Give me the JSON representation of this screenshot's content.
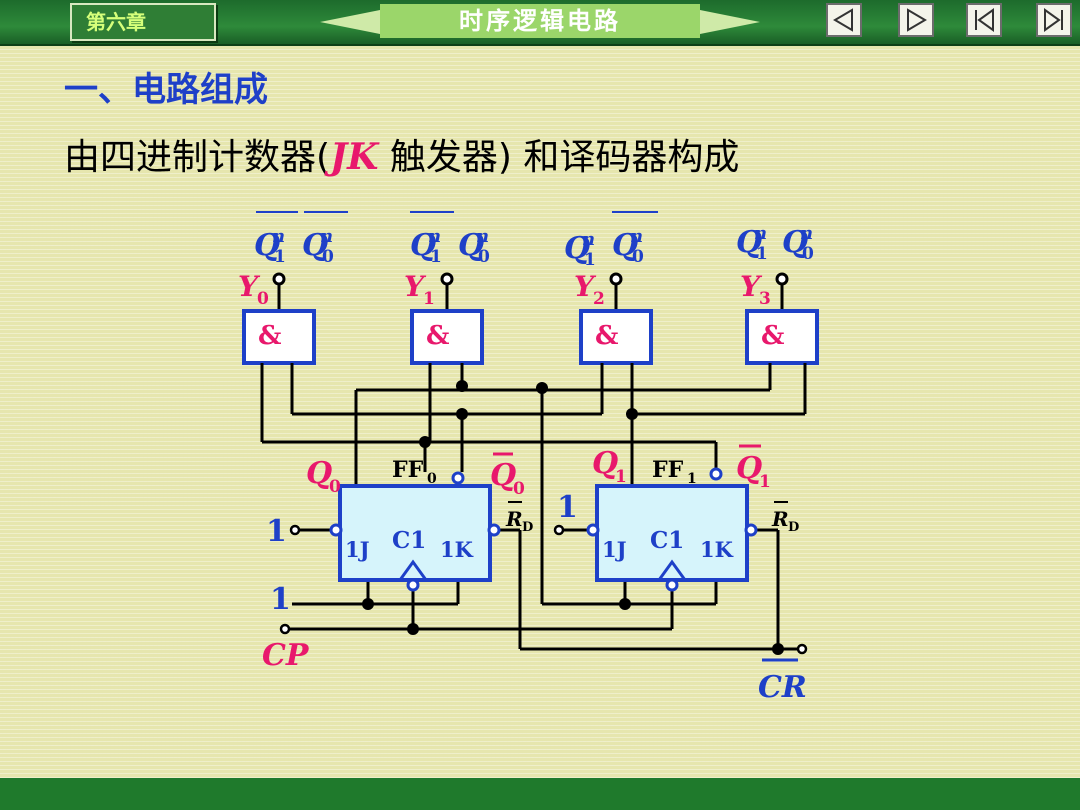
{
  "header": {
    "chapter": "第六章",
    "title": "时序逻辑电路"
  },
  "nav": {
    "prev": "previous-icon",
    "next": "next-icon",
    "first": "first-page-icon",
    "last": "last-page-icon"
  },
  "content": {
    "heading": "一、电路组成",
    "desc_prefix": "由四进制计数器(",
    "desc_jk": "JK",
    "desc_suffix": "触发器) 和译码器构成"
  },
  "diagram": {
    "gate_symbol": "&",
    "outputs": [
      "Y0",
      "Y1",
      "Y2",
      "Y3"
    ],
    "flipflops": [
      "FF0",
      "FF1"
    ],
    "ff_pins": {
      "j": "1J",
      "clk": "C1",
      "k": "1K",
      "reset": "RD"
    },
    "ff_outputs": [
      "Q0",
      "Q0̄",
      "Q1",
      "Q1̄"
    ],
    "inputs": {
      "one_a": "1",
      "one_b": "1",
      "one_c": "1",
      "cp": "CP",
      "cr": "CR"
    }
  },
  "colors": {
    "accent_blue": "#1e40c8",
    "accent_pink": "#e8186c",
    "ff_fill": "#d6f4fb"
  }
}
